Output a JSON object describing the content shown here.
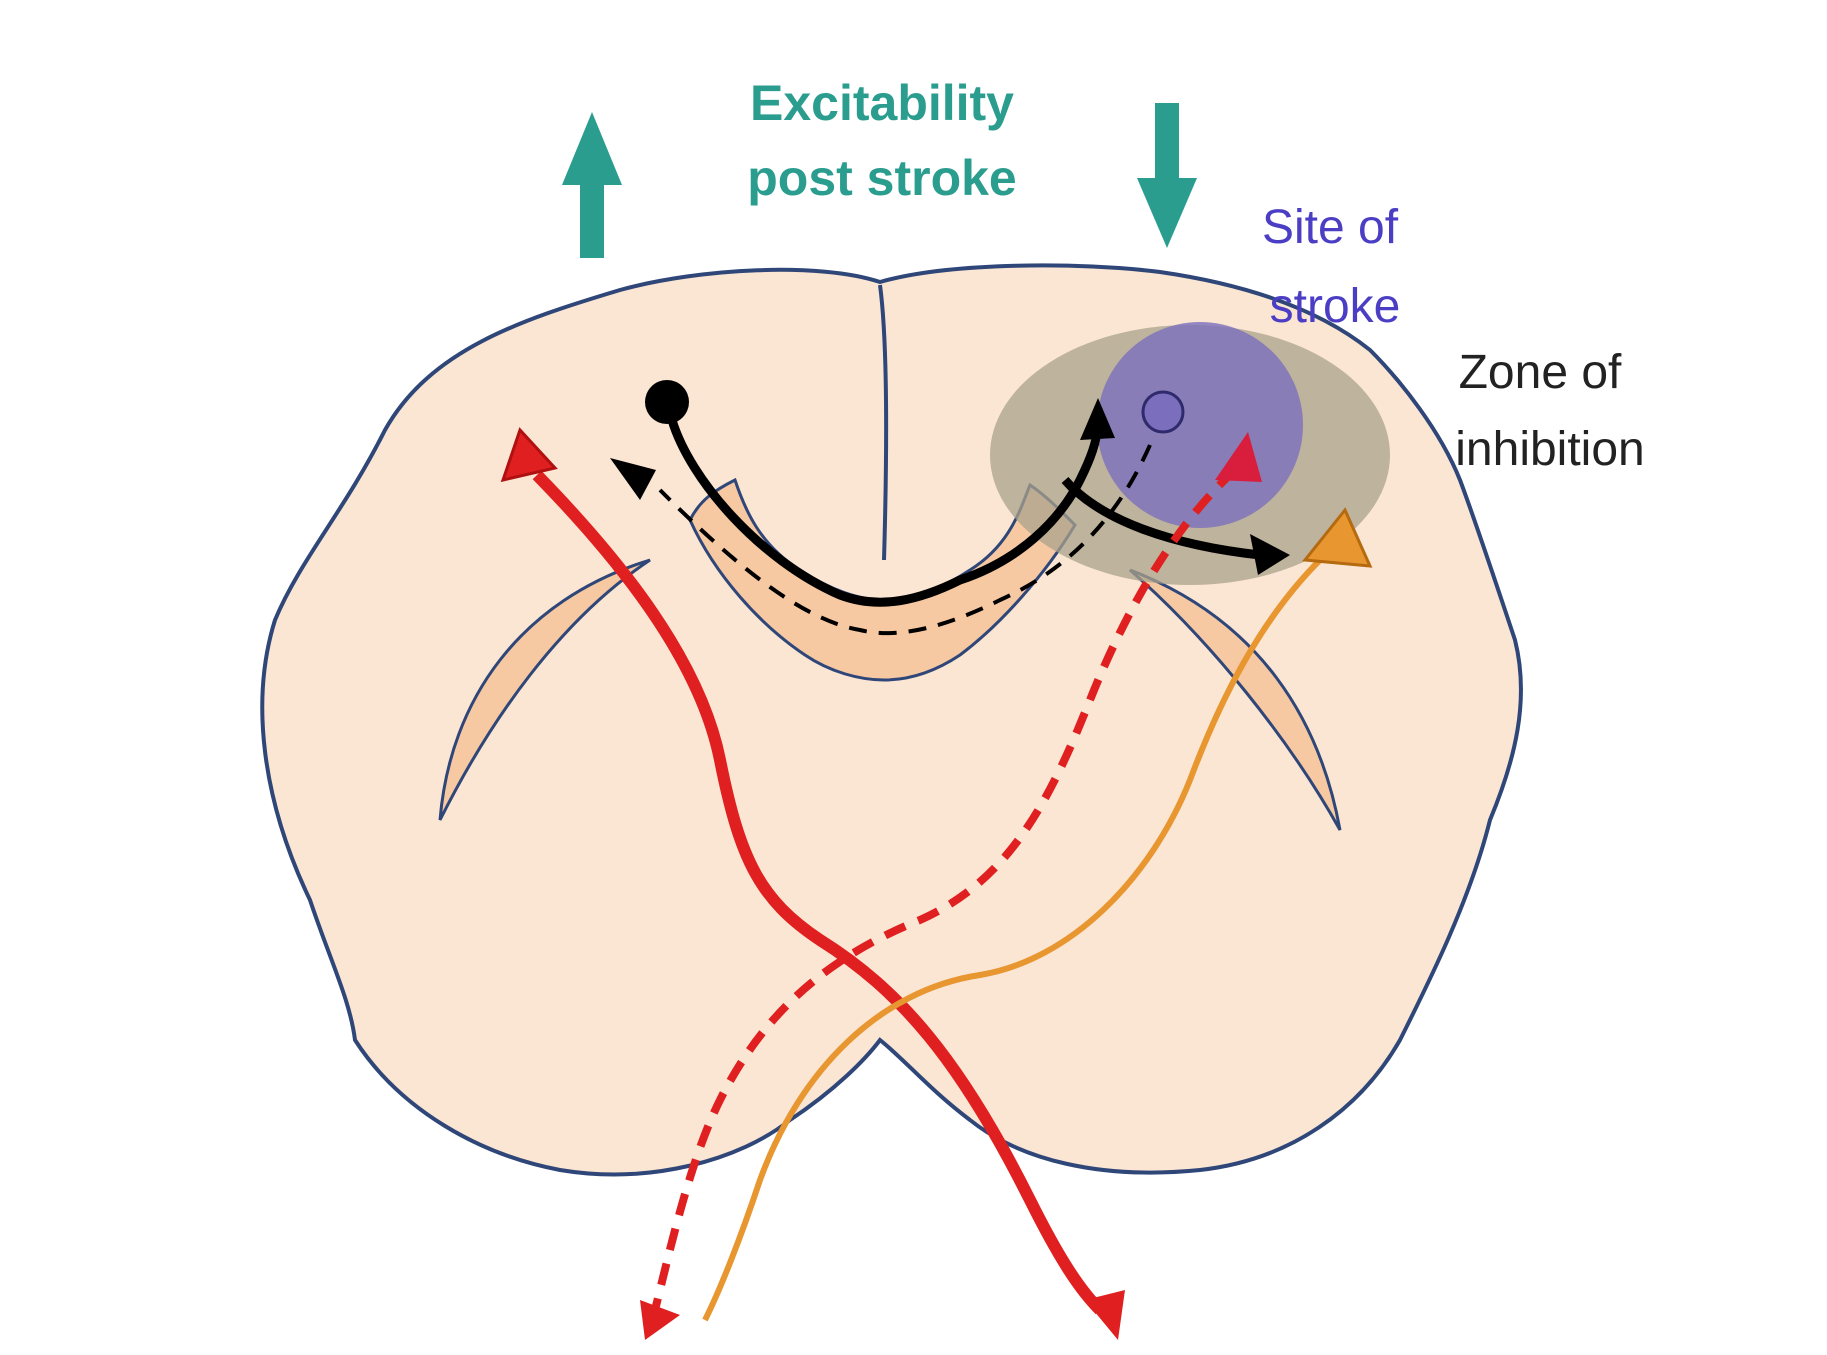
{
  "labels": {
    "excitability_line1": "Excitability",
    "excitability_line2": "post stroke",
    "site_line1": "Site of",
    "site_line2": "stroke",
    "zone_line1": "Zone of",
    "zone_line2": "inhibition"
  },
  "colors": {
    "teal": "#2a9d8f",
    "brain_fill": "#fbe5d3",
    "brain_outline": "#2f4678",
    "tract_fill": "#f7c9a3",
    "stroke_site": "#7b6fbd",
    "inhibition_zone": "#a9a28b",
    "red_path": "#e02020",
    "orange_path": "#e8962f",
    "site_text": "#4b3ec4",
    "zone_text": "#222222"
  },
  "indicators": {
    "left_hemisphere_excitability": "up-arrow",
    "right_hemisphere_excitability": "down-arrow"
  }
}
